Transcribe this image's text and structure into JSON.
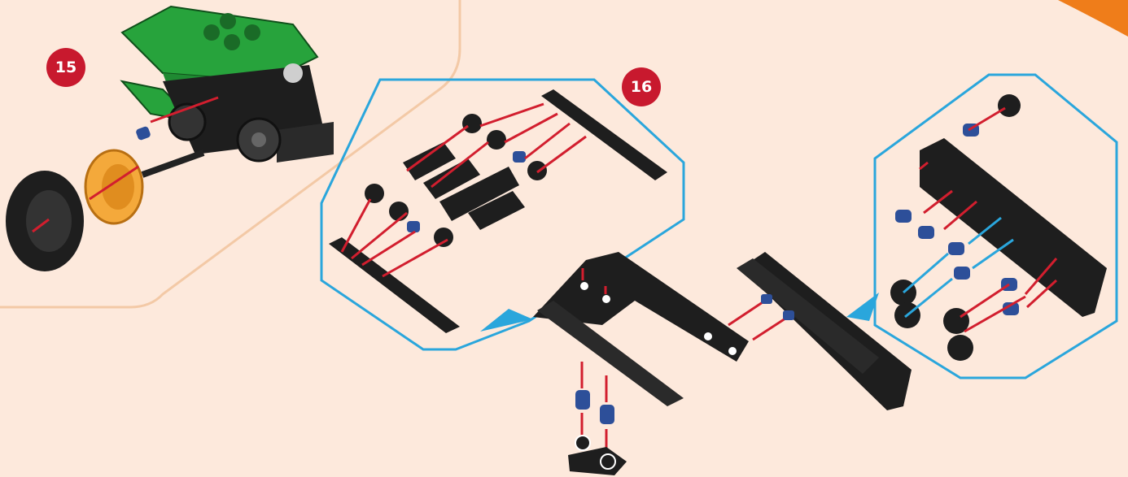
{
  "steps": {
    "step_a": "15",
    "step_b": "16"
  },
  "colors": {
    "page_background": "#fde9dc",
    "panel_outline": "#f3c9a6",
    "callout_border": "#2aa6dc",
    "badge": "#c8192e",
    "accent_orange": "#ef7d1a",
    "part_black": "#1e1e1e",
    "part_green": "#27a33c",
    "part_blue_connector": "#2d4f99",
    "part_yellow_rim": "#f4a93b",
    "guide_line_red": "#d21e2e",
    "guide_line_blue": "#2aa6dc"
  },
  "icons": [
    "step-number-badge",
    "assembly-guide-line",
    "callout-pointer"
  ]
}
